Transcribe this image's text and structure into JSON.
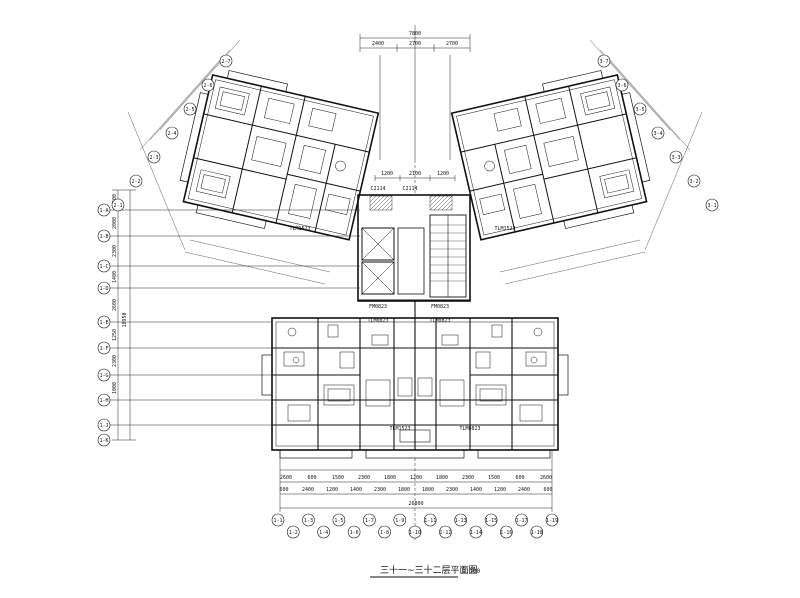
{
  "drawing": {
    "title": "三十一~三十二层平面图",
    "scale": "1:100"
  },
  "top_dims": [
    "2400",
    "2700",
    "2700"
  ],
  "top_total": "7800",
  "core_dims": [
    "1200",
    "2100",
    "1200"
  ],
  "bottom_dims_1": [
    "2600",
    "600",
    "1500",
    "2300",
    "1800",
    "1200",
    "1800",
    "2300",
    "1500",
    "600",
    "2600"
  ],
  "bottom_dims_2": [
    "600",
    "2400",
    "1200",
    "1400",
    "2300",
    "1800",
    "1800",
    "2300",
    "1400",
    "1200",
    "2400",
    "600"
  ],
  "bottom_total": "26800",
  "left_dims": [
    "1600",
    "2000",
    "2300",
    "1400",
    "2600",
    "1250",
    "2300",
    "1000"
  ],
  "left_total": "18950",
  "room_labels": [
    "C2114",
    "C2114",
    "TLM1523",
    "TLM1523",
    "TLM0823",
    "TLM0823",
    "TLM1523",
    "TLM0823",
    "FM0823",
    "FM0823"
  ],
  "axis_bubbles": [
    "1-1",
    "1-2",
    "1-3",
    "1-4",
    "1-5",
    "1-6",
    "1-7",
    "1-8",
    "1-9",
    "1-10",
    "1-11",
    "1-12",
    "1-13",
    "1-14",
    "1-15",
    "1-16",
    "1-17",
    "1-18",
    "1-19"
  ],
  "left_axis": [
    "1-A",
    "1-B",
    "1-C",
    "1-D",
    "1-E",
    "1-F",
    "1-G",
    "1-H",
    "1-J",
    "1-K"
  ],
  "wing_axis_left": [
    "2-1",
    "2-2",
    "2-3",
    "2-4",
    "2-5",
    "2-6",
    "2-7"
  ],
  "wing_axis_right": [
    "3-1",
    "3-2",
    "3-3",
    "3-4",
    "3-5",
    "3-6",
    "3-7"
  ]
}
